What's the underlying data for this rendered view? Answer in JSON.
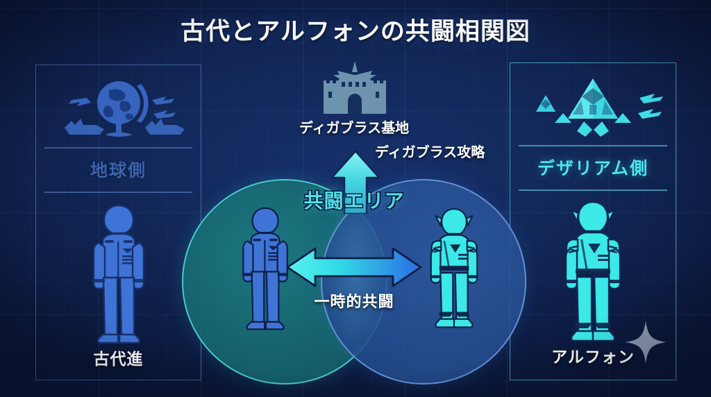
{
  "page": {
    "title": "古代とアルフォンの共闘相関図",
    "background_color": "#0f2050",
    "accent_cyan": "#4ee4f2",
    "accent_blue": "#3b63ad"
  },
  "left_panel": {
    "emblem_icon": "globe-with-ships-and-jets-icon",
    "label": "地球側",
    "label_color": "#3b63ad",
    "character": {
      "figure_icon": "earth-officer-figure-icon",
      "name": "古代進",
      "color": "#3f74d6"
    }
  },
  "right_panel": {
    "emblem_icon": "desariam-crystal-pyramid-icon",
    "label": "デザリアム側",
    "label_color": "#4ee4f2",
    "character": {
      "figure_icon": "alphon-figure-icon",
      "name": "アルフォン",
      "color": "#3ce8e8",
      "decoration_icon": "sparkle-star-icon"
    }
  },
  "center": {
    "base": {
      "icon": "castle-fortress-icon",
      "label": "ディガブラス基地"
    },
    "objective": {
      "label": "ディガブラス攻略",
      "arrow_icon": "arrow-up-icon"
    },
    "venn": {
      "coop_area_label": "共闘エリア",
      "left_circle": {
        "figure_icon": "earth-officer-figure-icon",
        "fill_color": "#1a6b72",
        "border_color": "#56e2e2"
      },
      "right_circle": {
        "figure_icon": "alphon-figure-icon",
        "fill_color": "#2f5ca3",
        "border_color": "#7eb0f2"
      }
    },
    "relation": {
      "arrow_icon": "double-headed-arrow-icon",
      "label": "一時的共闘"
    }
  }
}
